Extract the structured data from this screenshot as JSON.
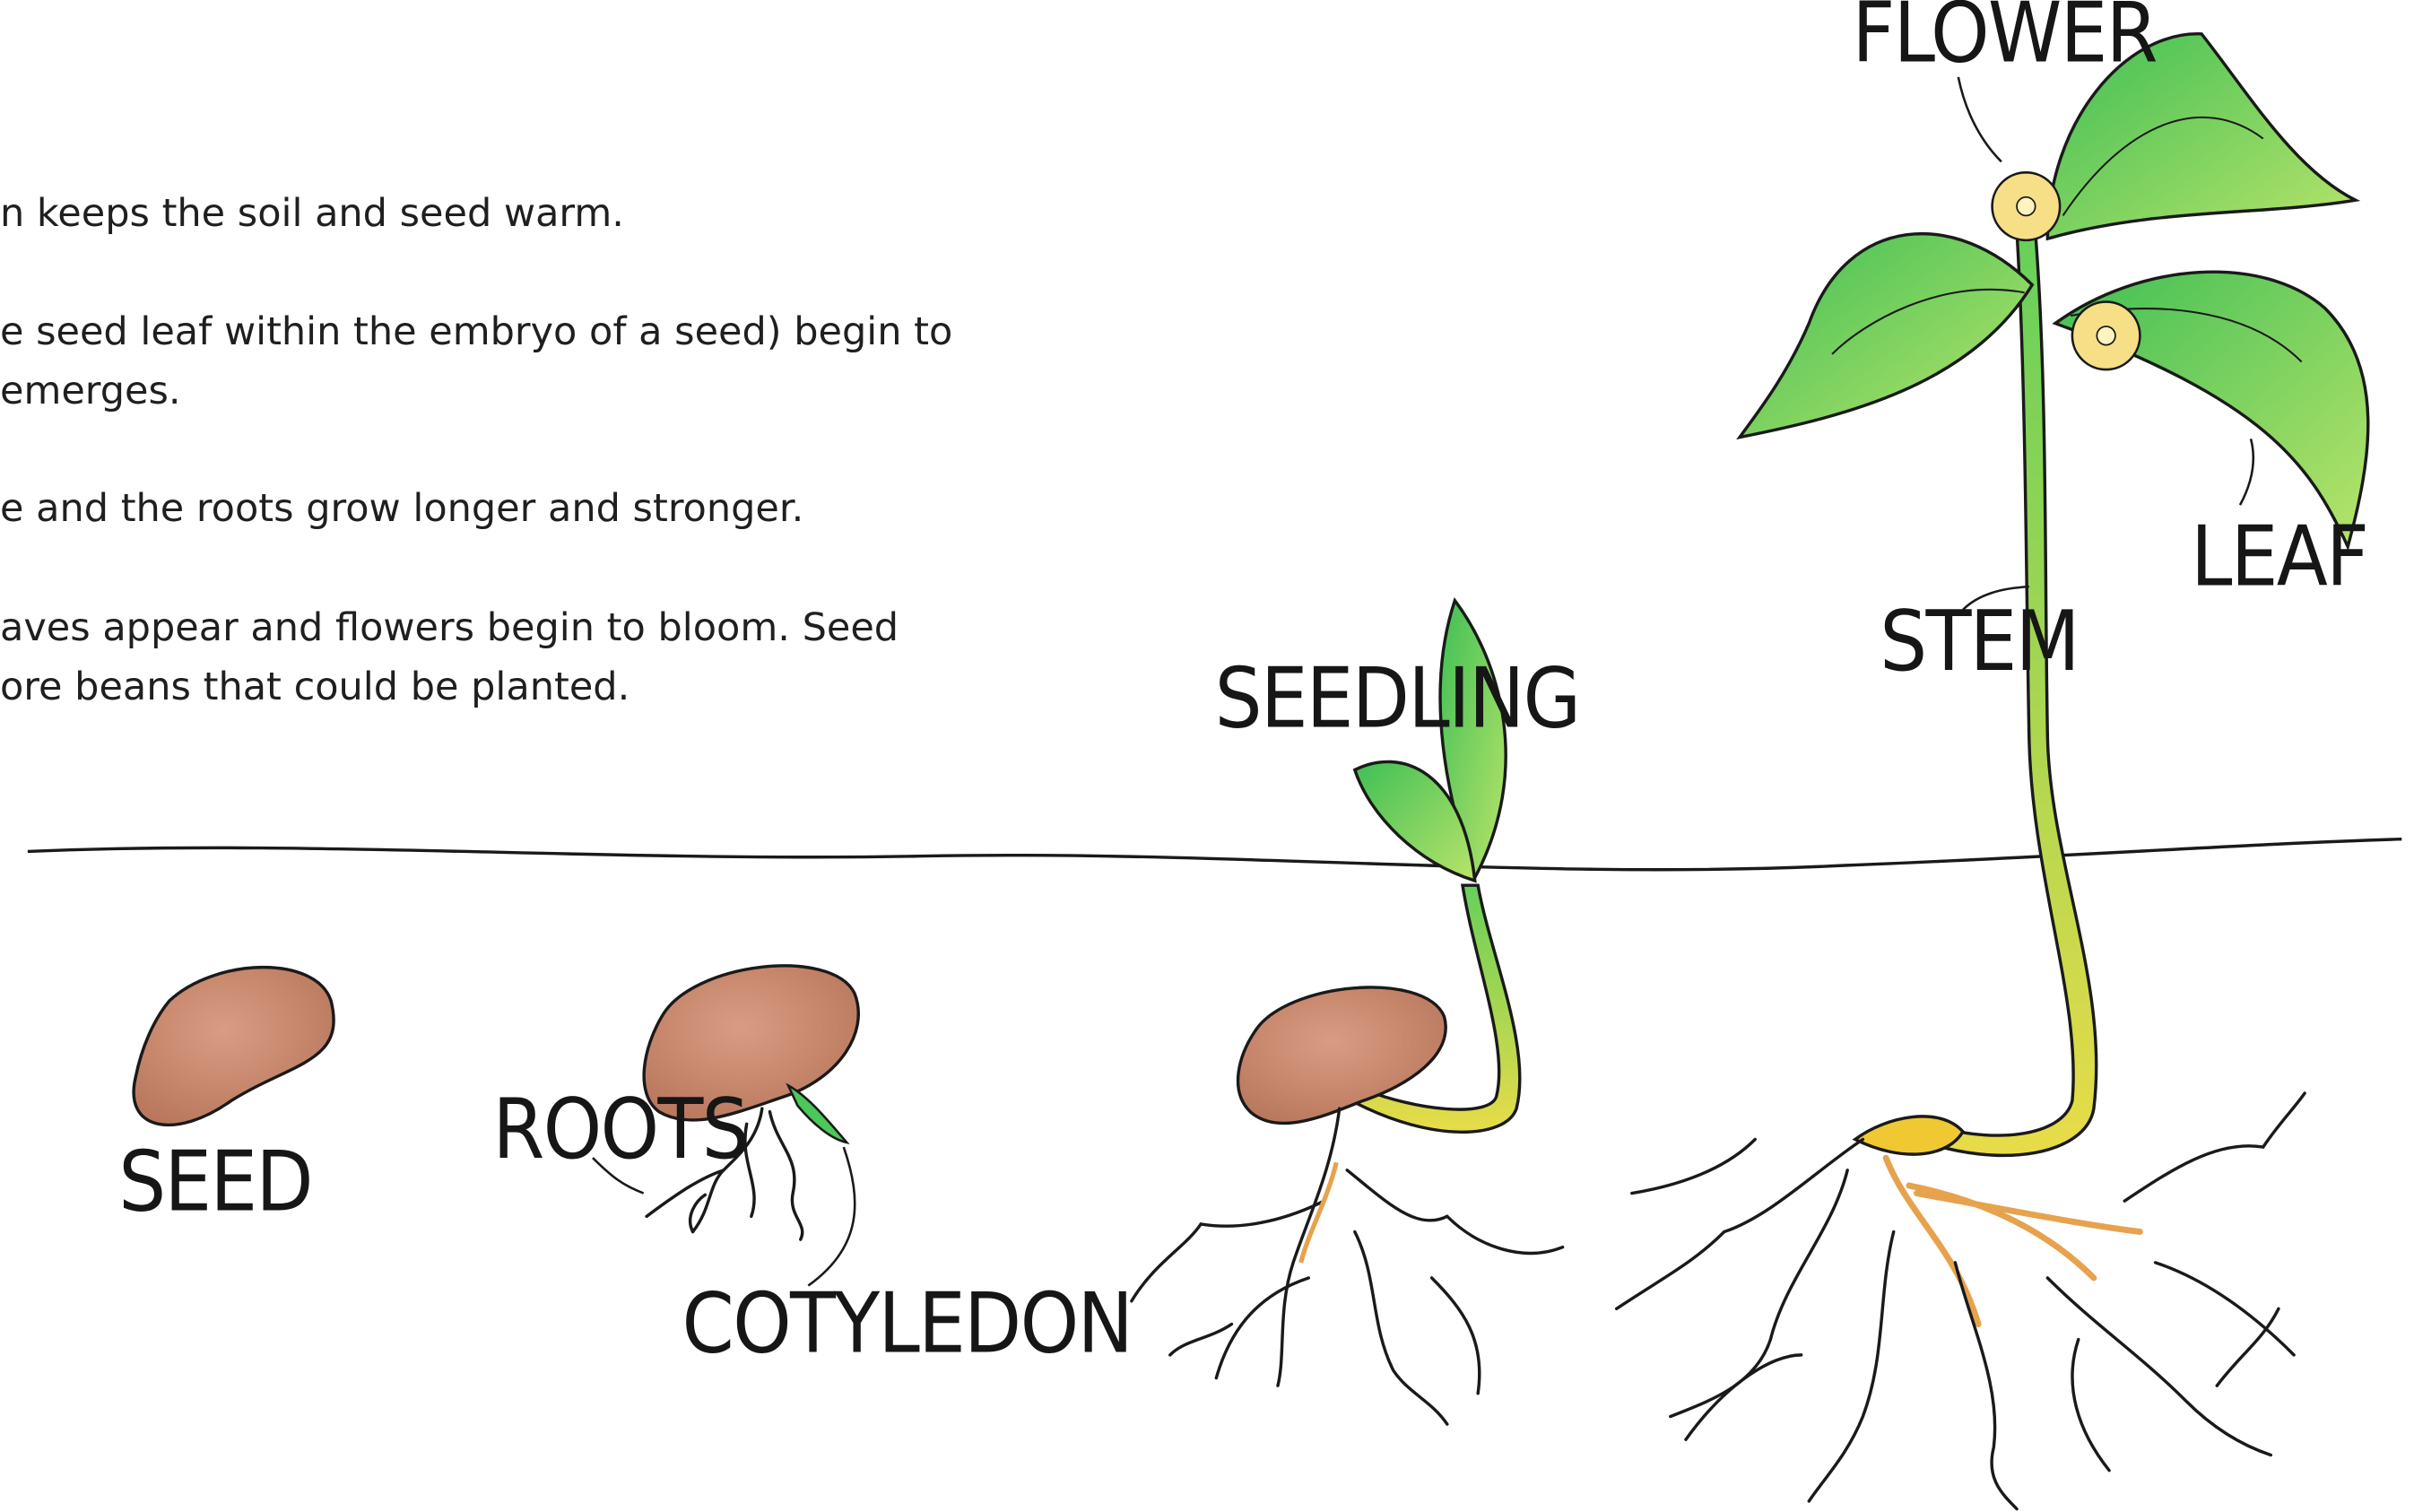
{
  "paragraphs": [
    {
      "lines": [
        "n keeps the soil and seed warm."
      ]
    },
    {
      "lines": [
        "e seed leaf within the embryo of a seed) begin to",
        "emerges."
      ]
    },
    {
      "lines": [
        "e and the roots grow longer and stronger."
      ]
    },
    {
      "lines": [
        "aves appear and flowers begin to bloom. Seed",
        "ore beans that could be planted."
      ]
    }
  ],
  "labels": {
    "seed": "SEED",
    "roots": "ROOTS",
    "cotyledon": "COTYLEDON",
    "seedling": "SEEDLING",
    "flower": "FLOWER",
    "stem": "STEM",
    "leaf": "LEAF"
  },
  "colors": {
    "bean": "#c98a6e",
    "leaf_green": "#5fcf5c",
    "light_green": "#b8e46a",
    "stem_yellow": "#e6d94a",
    "root_orange": "#e7a24d",
    "flower": "#f6df86",
    "ink": "#1a1a1a"
  }
}
